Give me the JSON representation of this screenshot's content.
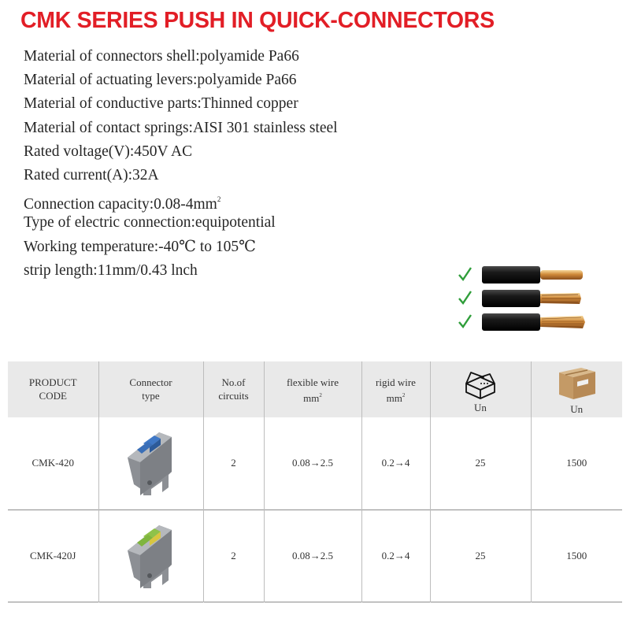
{
  "title": "CMK SERIES PUSH IN QUICK-CONNECTORS",
  "colors": {
    "title": "#e21e26",
    "check": "#2f9e3a",
    "header_bg": "#e9e9e9"
  },
  "specs": [
    "Material of connectors shell:polyamide Pa66",
    "Material of actuating levers:polyamide Pa66",
    "Material of conductive parts:Thinned copper",
    "Material of contact springs:AISI 301 stainless steel",
    "Rated voltage(V):450V AC",
    "Rated current(A):32A",
    "Connection capacity:0.08-4mm",
    "Type of electric connection:equipotential",
    "Working temperature:-40℃ to 105℃",
    "strip length:11mm/0.43 lnch"
  ],
  "spec_superscript": "2",
  "wire_icons": [
    "check-icon",
    "check-icon",
    "check-icon"
  ],
  "table": {
    "headers": {
      "product_code": "PRODUCT CODE",
      "connector_type": "Connector type",
      "circuits": "No.of circuits",
      "flexible": "flexible wire",
      "rigid": "rigid wire",
      "unit": "mm",
      "unit_sup": "2",
      "small_box": "Un",
      "big_box": "Un"
    },
    "rows": [
      {
        "code": "CMK-420",
        "connector_icon": "connector-blue-icon",
        "circuits": "2",
        "flexible": "0.08→2.5",
        "rigid": "0.2→4",
        "small_box": "25",
        "big_box": "1500"
      },
      {
        "code": "CMK-420J",
        "connector_icon": "connector-green-icon",
        "circuits": "2",
        "flexible": "0.08→2.5",
        "rigid": "0.2→4",
        "small_box": "25",
        "big_box": "1500"
      }
    ]
  }
}
